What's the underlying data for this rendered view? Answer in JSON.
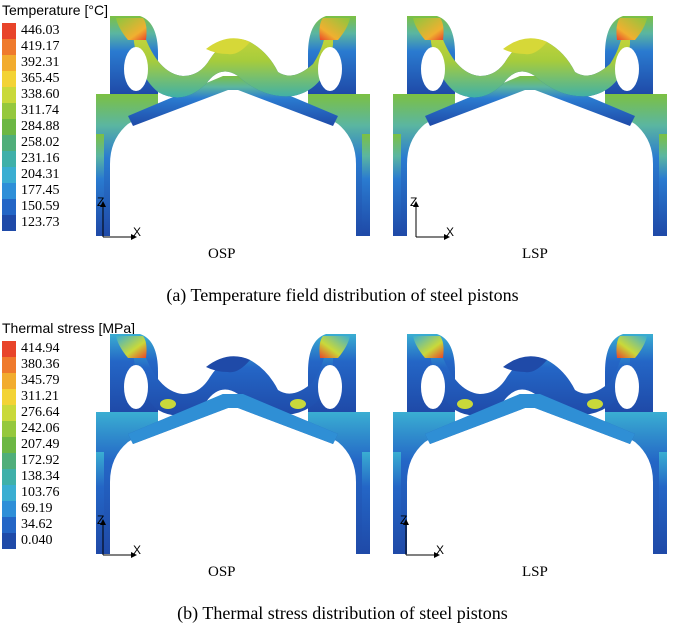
{
  "panels": [
    {
      "legend_title": "Temperature [°C]",
      "legend_values": [
        "446.03",
        "419.17",
        "392.31",
        "365.45",
        "338.60",
        "311.74",
        "284.88",
        "258.02",
        "231.16",
        "204.31",
        "177.45",
        "150.59",
        "123.73"
      ],
      "legend_colors": [
        "#e8442a",
        "#ef7a2c",
        "#f2ac2e",
        "#f3d335",
        "#c9d93a",
        "#95c83d",
        "#6cb744",
        "#4fae7a",
        "#3fb0a9",
        "#3aaed2",
        "#2e8fd8",
        "#2466c6",
        "#1f4aa8"
      ],
      "left_label": "OSP",
      "right_label": "LSP",
      "caption": "(a) Temperature field distribution of steel pistons",
      "axis_z": "Z",
      "axis_x": "X"
    },
    {
      "legend_title": "Thermal stress [MPa]",
      "legend_values": [
        "414.94",
        "380.36",
        "345.79",
        "311.21",
        "276.64",
        "242.06",
        "207.49",
        "172.92",
        "138.34",
        "103.76",
        "69.19",
        "34.62",
        "0.040"
      ],
      "legend_colors": [
        "#e8442a",
        "#ef7a2c",
        "#f2ac2e",
        "#f3d335",
        "#c9d93a",
        "#95c83d",
        "#6cb744",
        "#4fae7a",
        "#3fb0a9",
        "#3aaed2",
        "#2e8fd8",
        "#2466c6",
        "#1f4aa8"
      ],
      "left_label": "OSP",
      "right_label": "LSP",
      "caption": "(b) Thermal stress distribution of steel pistons",
      "axis_z": "Z",
      "axis_x": "X"
    }
  ]
}
